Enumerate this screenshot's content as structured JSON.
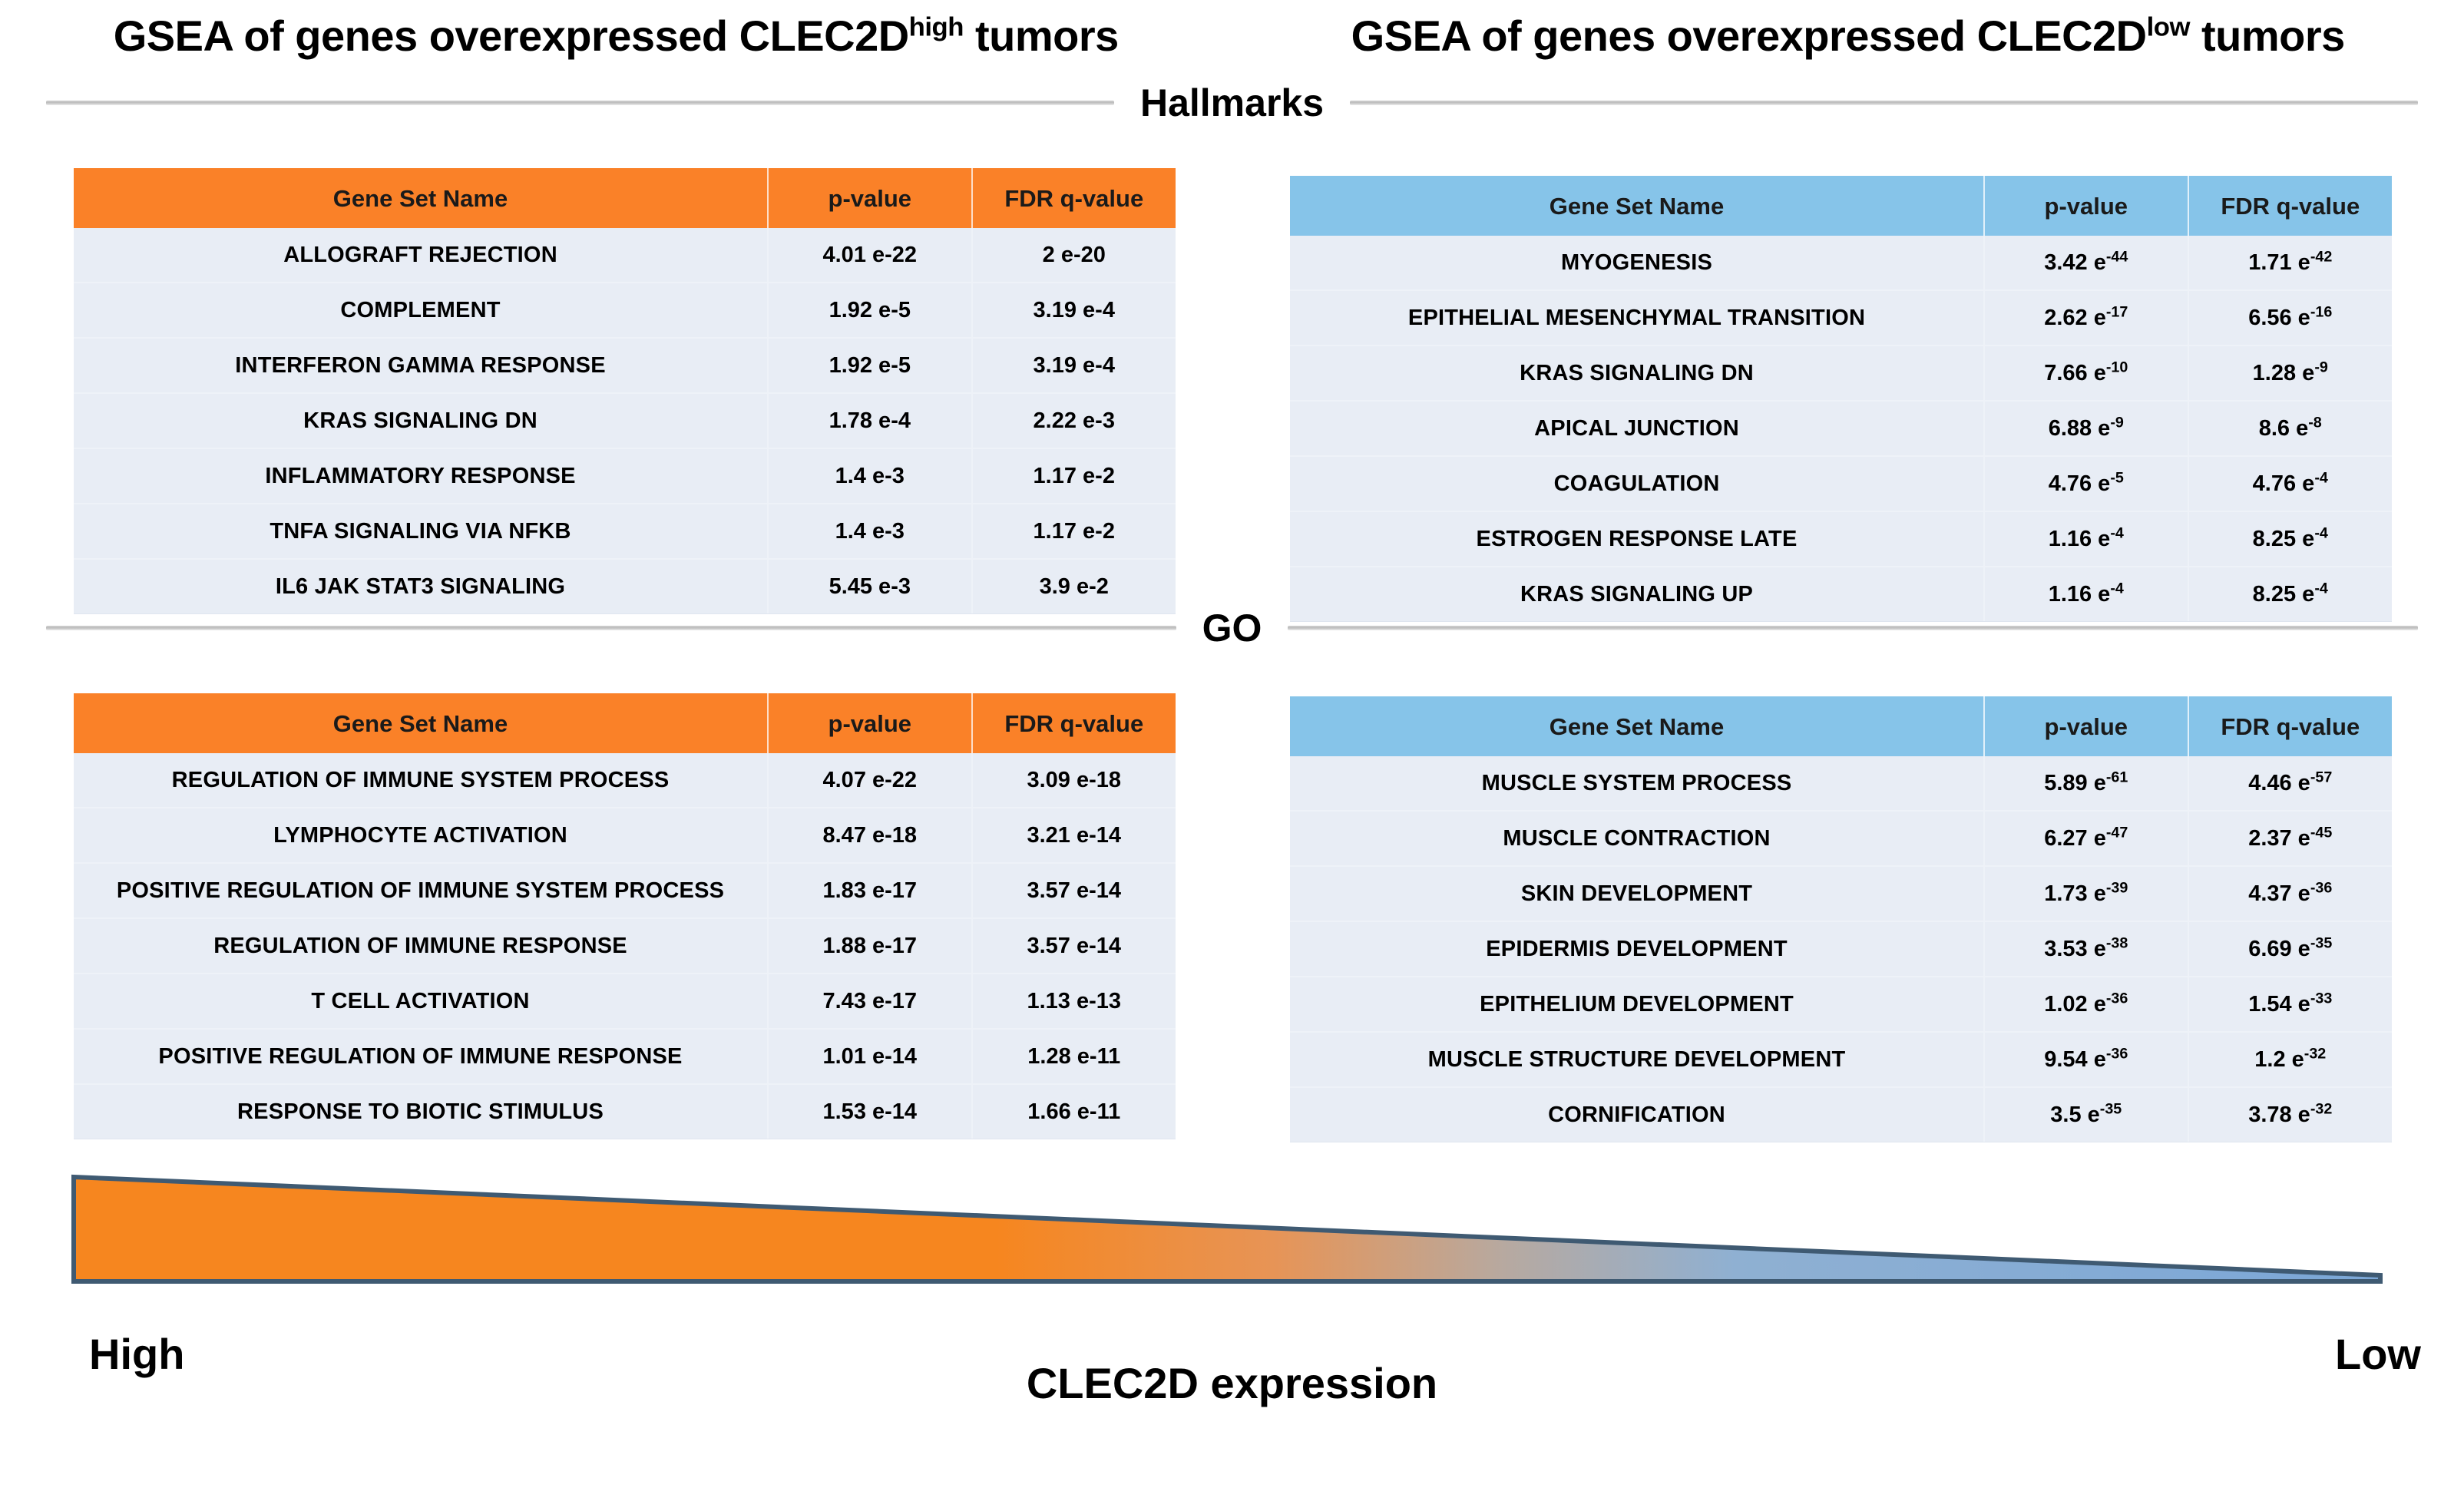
{
  "titles": {
    "left_prefix": "GSEA of genes overexpressed CLEC2D",
    "left_sup": "high",
    "left_suffix": " tumors",
    "right_prefix": "GSEA of genes overexpressed CLEC2D",
    "right_sup": "low",
    "right_suffix": " tumors"
  },
  "sections": {
    "hallmarks_label": "Hallmarks",
    "go_label": "GO"
  },
  "columns": {
    "gene_set_name": "Gene Set Name",
    "p_value": "p-value",
    "fdr_q_value": "FDR q-value"
  },
  "colors": {
    "orange_header": "#FA8128",
    "blue_header": "#86C4E9",
    "row_background": "#E8EDF5",
    "wedge_orange": "#F6861F",
    "wedge_blue": "#7BA7D7",
    "wedge_outline": "#3F5A72"
  },
  "legend": {
    "high": "High",
    "low": "Low",
    "axis": "CLEC2D expression"
  },
  "chart_data": [
    {
      "type": "table",
      "title": "Hallmarks — CLEC2D high",
      "accent": "#FA8128",
      "columns": [
        "Gene Set Name",
        "p-value",
        "FDR q-value"
      ],
      "rows": [
        [
          "ALLOGRAFT REJECTION",
          "4.01 e-22",
          "2 e-20"
        ],
        [
          "COMPLEMENT",
          "1.92 e-5",
          "3.19 e-4"
        ],
        [
          "INTERFERON GAMMA RESPONSE",
          "1.92 e-5",
          "3.19 e-4"
        ],
        [
          "KRAS SIGNALING DN",
          "1.78 e-4",
          "2.22 e-3"
        ],
        [
          "INFLAMMATORY RESPONSE",
          "1.4 e-3",
          "1.17 e-2"
        ],
        [
          "TNFA SIGNALING VIA NFKB",
          "1.4 e-3",
          "1.17 e-2"
        ],
        [
          "IL6 JAK STAT3 SIGNALING",
          "5.45 e-3",
          "3.9 e-2"
        ]
      ]
    },
    {
      "type": "table",
      "title": "Hallmarks — CLEC2D low",
      "accent": "#86C4E9",
      "columns": [
        "Gene Set Name",
        "p-value",
        "FDR q-value"
      ],
      "rows": [
        [
          "MYOGENESIS",
          {
            "m": "3.42 e",
            "x": "-44"
          },
          {
            "m": "1.71 e",
            "x": "-42"
          }
        ],
        [
          "EPITHELIAL MESENCHYMAL TRANSITION",
          {
            "m": "2.62 e",
            "x": "-17"
          },
          {
            "m": "6.56 e",
            "x": "-16"
          }
        ],
        [
          "KRAS SIGNALING DN",
          {
            "m": "7.66 e",
            "x": "-10"
          },
          {
            "m": "1.28 e",
            "x": "-9"
          }
        ],
        [
          "APICAL JUNCTION",
          {
            "m": "6.88 e",
            "x": "-9"
          },
          {
            "m": "8.6 e",
            "x": "-8"
          }
        ],
        [
          "COAGULATION",
          {
            "m": "4.76 e",
            "x": "-5"
          },
          {
            "m": "4.76 e",
            "x": "-4"
          }
        ],
        [
          "ESTROGEN RESPONSE LATE",
          {
            "m": "1.16 e",
            "x": "-4"
          },
          {
            "m": "8.25 e",
            "x": "-4"
          }
        ],
        [
          "KRAS SIGNALING UP",
          {
            "m": "1.16 e",
            "x": "-4"
          },
          {
            "m": "8.25 e",
            "x": "-4"
          }
        ]
      ]
    },
    {
      "type": "table",
      "title": "GO — CLEC2D high",
      "accent": "#FA8128",
      "columns": [
        "Gene Set Name",
        "p-value",
        "FDR q-value"
      ],
      "rows": [
        [
          "REGULATION OF IMMUNE SYSTEM PROCESS",
          "4.07 e-22",
          "3.09 e-18"
        ],
        [
          "LYMPHOCYTE ACTIVATION",
          "8.47 e-18",
          "3.21 e-14"
        ],
        [
          "POSITIVE REGULATION OF IMMUNE SYSTEM PROCESS",
          "1.83 e-17",
          "3.57 e-14"
        ],
        [
          "REGULATION OF IMMUNE RESPONSE",
          "1.88 e-17",
          "3.57 e-14"
        ],
        [
          "T CELL ACTIVATION",
          "7.43 e-17",
          "1.13 e-13"
        ],
        [
          "POSITIVE REGULATION OF IMMUNE RESPONSE",
          "1.01 e-14",
          "1.28 e-11"
        ],
        [
          "RESPONSE TO BIOTIC STIMULUS",
          "1.53 e-14",
          "1.66 e-11"
        ]
      ]
    },
    {
      "type": "table",
      "title": "GO — CLEC2D low",
      "accent": "#86C4E9",
      "columns": [
        "Gene Set Name",
        "p-value",
        "FDR q-value"
      ],
      "rows": [
        [
          "MUSCLE SYSTEM PROCESS",
          {
            "m": "5.89 e",
            "x": "-61"
          },
          {
            "m": "4.46 e",
            "x": "-57"
          }
        ],
        [
          "MUSCLE CONTRACTION",
          {
            "m": "6.27 e",
            "x": "-47"
          },
          {
            "m": "2.37 e",
            "x": "-45"
          }
        ],
        [
          "SKIN DEVELOPMENT",
          {
            "m": "1.73 e",
            "x": "-39"
          },
          {
            "m": "4.37 e",
            "x": "-36"
          }
        ],
        [
          "EPIDERMIS DEVELOPMENT",
          {
            "m": "3.53 e",
            "x": "-38"
          },
          {
            "m": "6.69 e",
            "x": "-35"
          }
        ],
        [
          "EPITHELIUM DEVELOPMENT",
          {
            "m": "1.02 e",
            "x": "-36"
          },
          {
            "m": "1.54 e",
            "x": "-33"
          }
        ],
        [
          "MUSCLE STRUCTURE DEVELOPMENT",
          {
            "m": "9.54 e",
            "x": "-36"
          },
          {
            "m": "1.2 e",
            "x": "-32"
          }
        ],
        [
          "CORNIFICATION",
          {
            "m": "3.5 e",
            "x": "-35"
          },
          {
            "m": "3.78 e",
            "x": "-32"
          }
        ]
      ]
    }
  ]
}
